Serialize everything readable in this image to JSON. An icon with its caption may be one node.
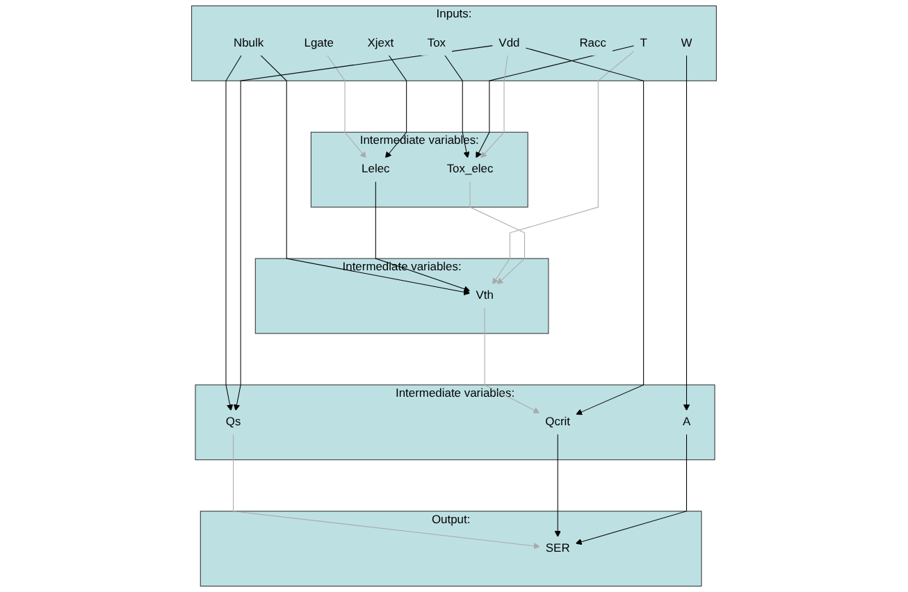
{
  "diagram": {
    "nodes": [
      {
        "text": [
          "Inputs:"
        ]
      },
      {
        "text": [
          "Lgate"
        ],
        "in": 0
      },
      {
        "text": [
          "Tox"
        ],
        "in": 0
      },
      {
        "text": [
          "Nbulk"
        ],
        "in": 0
      },
      {
        "text": [
          "Xjext"
        ],
        "in": 0
      },
      {
        "text": [
          "W"
        ],
        "in": 0
      },
      {
        "text": [
          "Racc"
        ],
        "in": 0
      },
      {
        "text": [
          "T"
        ],
        "in": 0
      },
      {
        "text": [
          "Vdd"
        ],
        "in": 0
      },
      {
        "text": [
          "Intermediate variables:"
        ]
      },
      {
        "text": [
          "Lelec"
        ],
        "in": 9
      },
      {
        "text": [
          "Tox_elec"
        ],
        "in": 9
      },
      {
        "text": [
          "Intermediate variables:"
        ]
      },
      {
        "text": [
          "Vth"
        ],
        "in": 12
      },
      {
        "text": [
          "Intermediate variables:"
        ]
      },
      {
        "text": [
          "Qs"
        ],
        "in": 14
      },
      {
        "text": [
          "Qcrit"
        ],
        "in": 14
      },
      {
        "text": [
          "A"
        ],
        "in": 14
      },
      {
        "text": [
          "Output:"
        ]
      },
      {
        "text": [
          "SER"
        ],
        "in": 18
      }
    ],
    "edges": [
      {
        "from": 1,
        "to": 10,
        "arrow": "to",
        "color": "#aaaaaa"
      },
      {
        "from": 4,
        "to": 10,
        "arrow": "to"
      },
      {
        "from": 2,
        "to": 11,
        "arrow": "to"
      },
      {
        "from": 7,
        "to": 11,
        "arrow": "to"
      },
      {
        "from": 8,
        "to": 11,
        "arrow": "to",
        "color": "#aaaaaa"
      },
      {
        "from": 3,
        "to": 13,
        "arrow": "to"
      },
      {
        "from": 10,
        "to": 13,
        "arrow": "to"
      },
      {
        "from": 7,
        "to": 13,
        "arrow": "to",
        "color": "#aaaaaa"
      },
      {
        "from": 11,
        "to": 13,
        "arrow": "to",
        "color": "#aaaaaa"
      },
      {
        "from": 3,
        "to": 15,
        "arrow": "to"
      },
      {
        "from": 8,
        "to": 15,
        "arrow": "to"
      },
      {
        "from": 13,
        "to": 16,
        "arrow": "to",
        "color": "#aaaaaa"
      },
      {
        "from": 8,
        "to": 16,
        "arrow": "to"
      },
      {
        "from": 5,
        "to": 17,
        "arrow": "to"
      },
      {
        "from": 15,
        "to": 19,
        "arrow": "to",
        "color": "#aaaaaa"
      },
      {
        "from": 16,
        "to": 19,
        "arrow": "to"
      },
      {
        "from": 17,
        "to": 19,
        "arrow": "to"
      }
    ]
  }
}
